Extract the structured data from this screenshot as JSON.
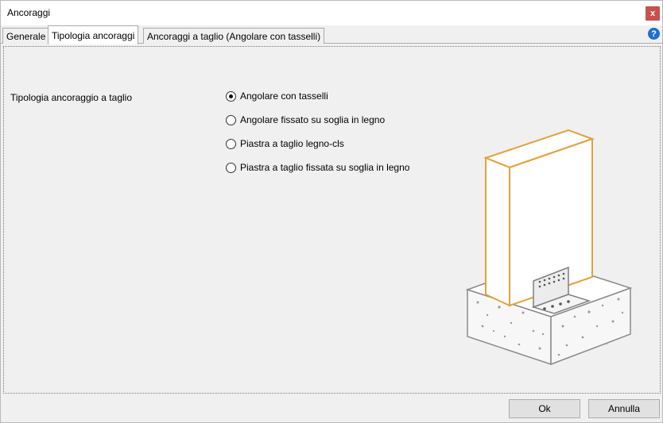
{
  "window": {
    "title": "Ancoraggi",
    "close_label": "x"
  },
  "tabs": [
    {
      "label": "Generale",
      "active": false
    },
    {
      "label": "Tipologia ancoraggi",
      "active": true
    },
    {
      "label": "Ancoraggi a taglio (Angolare con tasselli)",
      "active": false
    }
  ],
  "help_label": "?",
  "form": {
    "label": "Tipologia ancoraggio a taglio",
    "options": [
      {
        "label": "Angolare con tasselli",
        "selected": true
      },
      {
        "label": "Angolare fissato su soglia in legno",
        "selected": false
      },
      {
        "label": "Piastra a taglio legno-cls",
        "selected": false
      },
      {
        "label": "Piastra a taglio fissata su soglia in legno",
        "selected": false
      }
    ]
  },
  "buttons": {
    "ok": "Ok",
    "cancel": "Annulla"
  },
  "colors": {
    "wood_outline": "#e1a23d",
    "close_bg": "#c75050",
    "help_bg": "#1e6fd0"
  },
  "illustration": {
    "icon": "angle-bracket-anchor-icon"
  }
}
